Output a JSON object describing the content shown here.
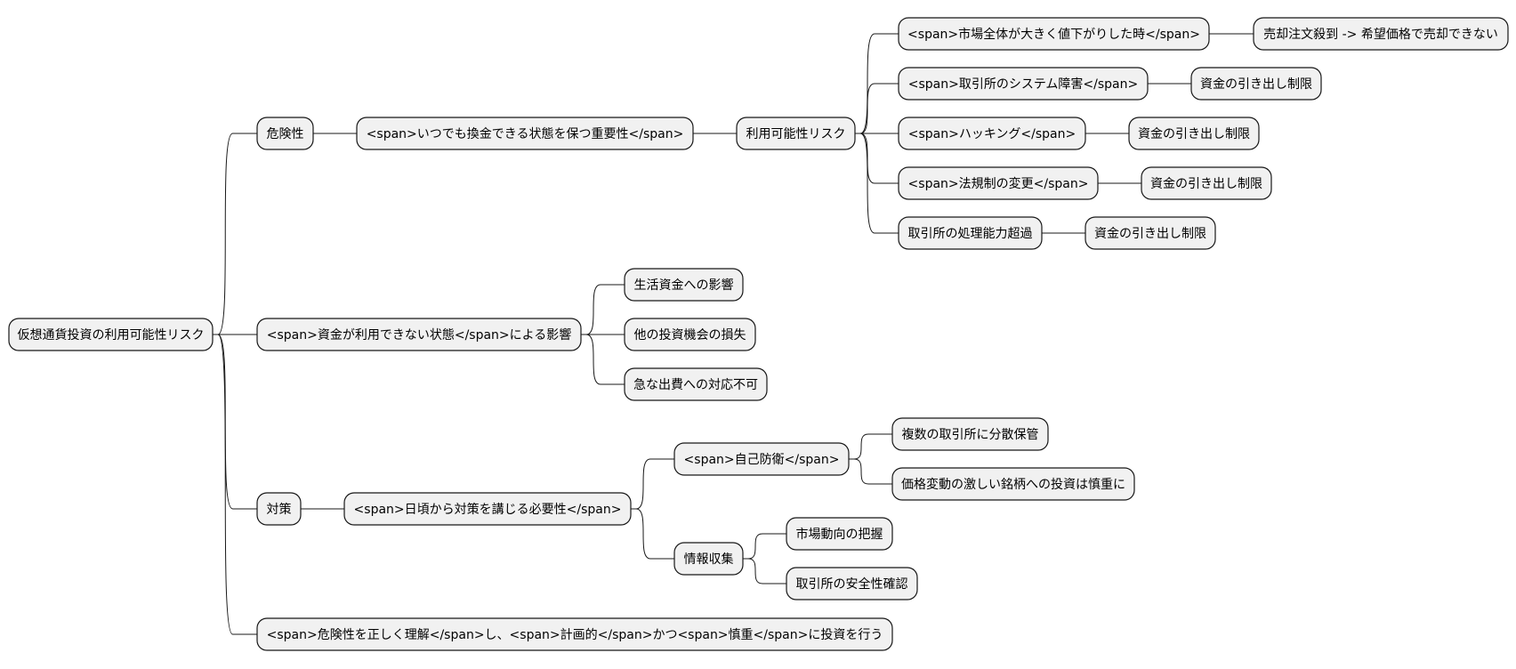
{
  "diagram": {
    "type": "mindmap",
    "root": {
      "label": "仮想通貨投資の利用可能性リスク",
      "children": [
        {
          "label": "危険性",
          "children": [
            {
              "label": "<span>いつでも換金できる状態を保つ重要性</span>",
              "children": [
                {
                  "label": "利用可能性リスク",
                  "children": [
                    {
                      "label": "<span>市場全体が大きく値下がりした時</span>",
                      "children": [
                        {
                          "label": "売却注文殺到 -> 希望価格で売却できない"
                        }
                      ]
                    },
                    {
                      "label": "<span>取引所のシステム障害</span>",
                      "children": [
                        {
                          "label": "資金の引き出し制限"
                        }
                      ]
                    },
                    {
                      "label": "<span>ハッキング</span>",
                      "children": [
                        {
                          "label": "資金の引き出し制限"
                        }
                      ]
                    },
                    {
                      "label": "<span>法規制の変更</span>",
                      "children": [
                        {
                          "label": "資金の引き出し制限"
                        }
                      ]
                    },
                    {
                      "label": "取引所の処理能力超過",
                      "children": [
                        {
                          "label": "資金の引き出し制限"
                        }
                      ]
                    }
                  ]
                }
              ]
            }
          ]
        },
        {
          "label": "<span>資金が利用できない状態</span>による影響",
          "children": [
            {
              "label": "生活資金への影響"
            },
            {
              "label": "他の投資機会の損失"
            },
            {
              "label": "急な出費への対応不可"
            }
          ]
        },
        {
          "label": "対策",
          "children": [
            {
              "label": "<span>日頃から対策を講じる必要性</span>",
              "children": [
                {
                  "label": "<span>自己防衛</span>",
                  "children": [
                    {
                      "label": "複数の取引所に分散保管"
                    },
                    {
                      "label": "価格変動の激しい銘柄への投資は慎重に"
                    }
                  ]
                },
                {
                  "label": "情報収集",
                  "children": [
                    {
                      "label": "市場動向の把握"
                    },
                    {
                      "label": "取引所の安全性確認"
                    }
                  ]
                }
              ]
            }
          ]
        },
        {
          "label": "<span>危険性を正しく理解</span>し、<span>計画的</span>かつ<span>慎重</span>に投資を行う"
        }
      ]
    }
  },
  "colors": {
    "node_fill": "#f1f1f1",
    "node_stroke": "#181818",
    "edge": "#181818",
    "text": "#000000"
  }
}
